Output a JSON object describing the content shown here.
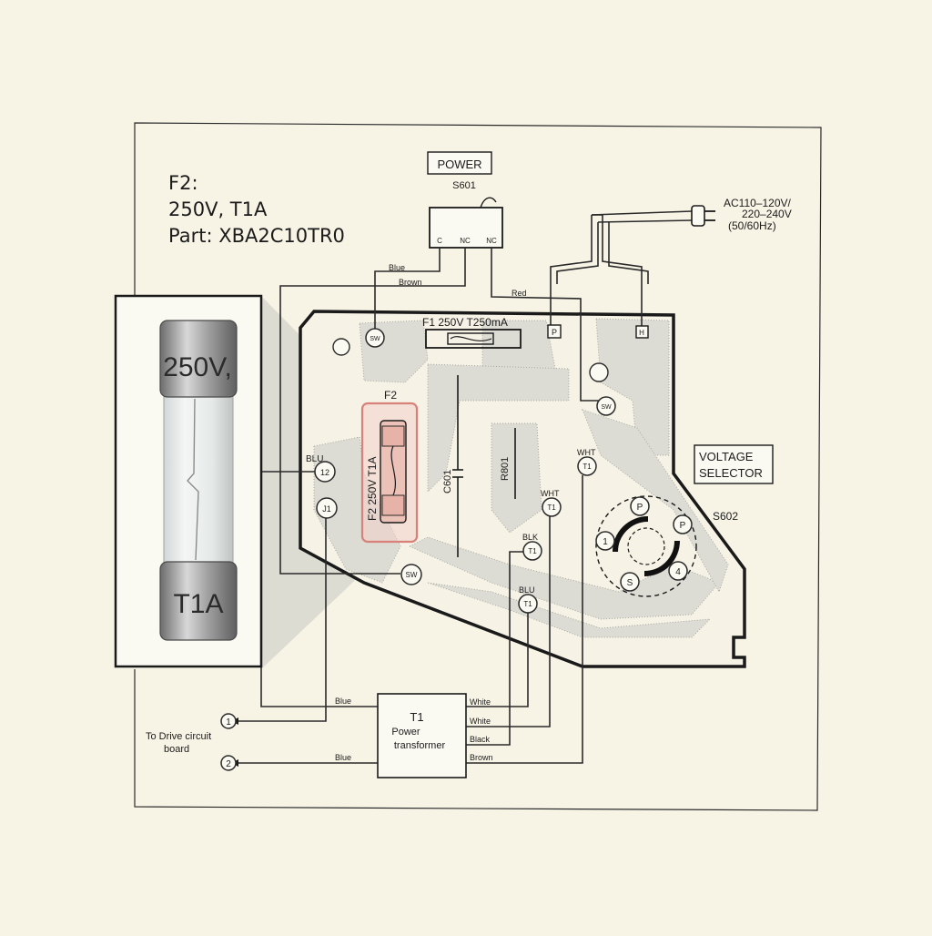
{
  "note": {
    "line1": "F2:",
    "line2": "250V, T1A",
    "line3": "Part: XBA2C10TR0"
  },
  "switch": {
    "label": "POWER",
    "ref": "S601",
    "pins": [
      "C",
      "NC",
      "NC"
    ]
  },
  "ac_input": {
    "line1": "AC110–120V/",
    "line2": "220–240V",
    "line3": "(50/60Hz)"
  },
  "fuse_f1": {
    "label": "F1 250V  T250mA"
  },
  "fuse_f2": {
    "label": "F2",
    "body_label": "F2 250V  T1A"
  },
  "magnifier": {
    "top_text": "250V,",
    "bottom_text": "T1A"
  },
  "components": {
    "c601": "C601",
    "r801": "R801"
  },
  "voltage_selector": {
    "line1": "VOLTAGE",
    "line2": "SELECTOR",
    "ref": "S602",
    "pins": [
      "P",
      "P",
      "1",
      "S",
      "4"
    ]
  },
  "terminals": {
    "sw_top": "SW",
    "p": "P",
    "h": "H",
    "sw_right": "SW",
    "t1_wht_a": "T1",
    "t1_wht_b": "T1",
    "t1_blk": "T1",
    "t1_blu": "T1",
    "blu_12": "12",
    "j1": "J1",
    "sw_bottom": "SW"
  },
  "terminal_labels": {
    "blu_left": "BLU",
    "wht_a": "WHT",
    "wht_b": "WHT",
    "blk": "BLK",
    "blu_right": "BLU"
  },
  "wire_labels": {
    "blue_switch": "Blue",
    "brown_switch": "Brown",
    "red": "Red",
    "blue_bottom1": "Blue",
    "blue_bottom2": "Blue",
    "white1": "White",
    "white2": "White",
    "black": "Black",
    "brown_bottom": "Brown"
  },
  "transformer": {
    "ref": "T1",
    "line1": "Power",
    "line2": "transformer"
  },
  "outputs": {
    "out1": "1",
    "out2": "2",
    "caption_line1": "To Drive circuit",
    "caption_line2": "board"
  }
}
